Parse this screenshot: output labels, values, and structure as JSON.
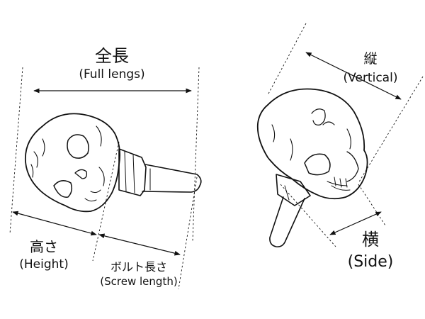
{
  "left_view": {
    "full_length_jp": "全長",
    "full_length_en": "(Full lengs)",
    "height_jp": "高さ",
    "height_en": "(Height)",
    "screw_length_jp": "ボルト長さ",
    "screw_length_en": "(Screw length)"
  },
  "right_view": {
    "vertical_jp": "縦",
    "vertical_en": "(Vertical)",
    "side_jp": "横",
    "side_en": "(Side)"
  },
  "colors": {
    "ink": "#111111",
    "background": "#ffffff"
  }
}
